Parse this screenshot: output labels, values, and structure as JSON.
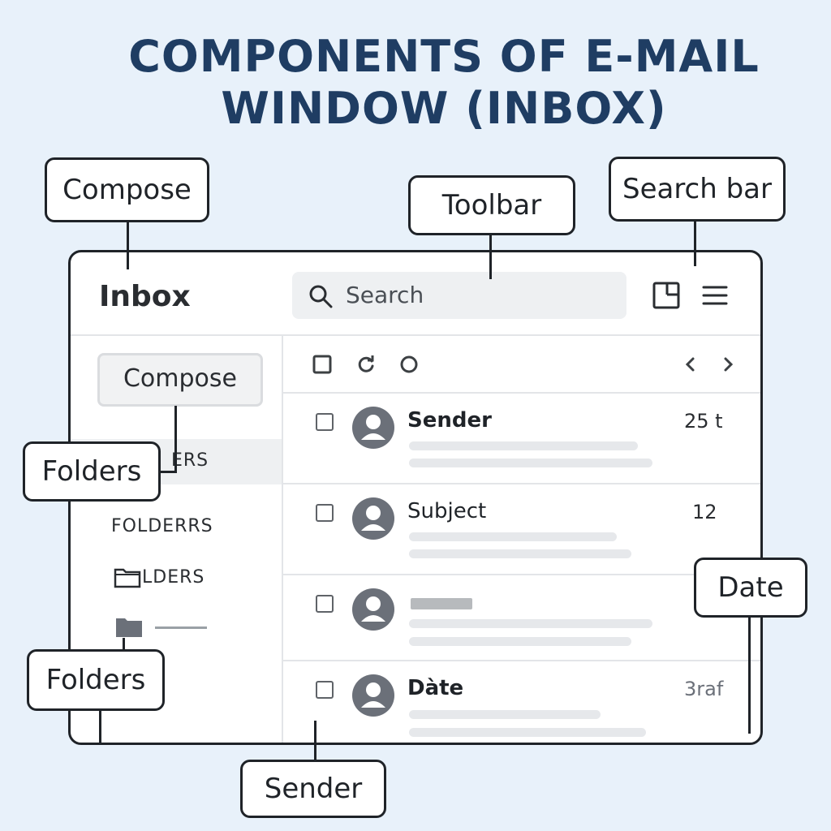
{
  "title": {
    "line1": "COMPONENTS OF E-MAIL",
    "line2": "WINDOW (INBOX)"
  },
  "window": {
    "title": "Inbox",
    "search": {
      "text": "Search",
      "icon": "search-icon"
    },
    "header_icons": [
      "split-view-icon",
      "menu-icon"
    ],
    "sidebar": {
      "compose": "Compose",
      "items": [
        "ERS",
        "FOLDERRS",
        "LDERS"
      ]
    },
    "toolbar_icons": [
      "select-all-checkbox",
      "refresh-icon",
      "more-circle-icon",
      "prev-page-icon",
      "next-page-icon"
    ],
    "rows": [
      {
        "sender": "Sender",
        "date": "25 t"
      },
      {
        "sender": "Subject",
        "date": "12"
      },
      {
        "sender": "",
        "date": ""
      },
      {
        "sender": "Dàte",
        "date": "3raf"
      }
    ]
  },
  "callouts": {
    "compose": "Compose",
    "toolbar": "Toolbar",
    "search_bar": "Search bar",
    "folders_upper": "Folders",
    "folders_lower": "Folders",
    "date": "Date",
    "sender": "Sender"
  },
  "colors": {
    "background": "#e8f1fa",
    "title": "#1f3d63",
    "outline": "#1f2328",
    "avatar": "#6b7079"
  }
}
